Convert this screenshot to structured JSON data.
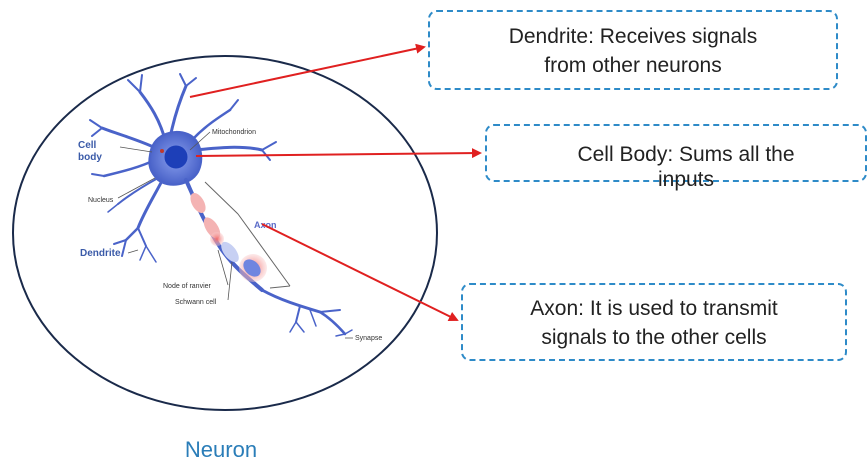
{
  "callouts": {
    "dendrite": {
      "line1": "Dendrite:  Receives signals",
      "line2": "from other neurons"
    },
    "cell_body": {
      "line1": "Cell Body: Sums all the",
      "line2": "inputs"
    },
    "axon": {
      "line1": "Axon: It is used to transmit",
      "line2": "signals to the other cells"
    }
  },
  "neuron_labels": {
    "cell_body": [
      "Cell",
      "body"
    ],
    "mitochondrion": "Mitochondrion",
    "nucleus": "Nucleus",
    "dendrite": "Dendrite",
    "axon": "Axon",
    "node_of_ranvier": "Node of ranvier",
    "schwann_cell": "Schwann cell",
    "synapse": "Synapse"
  },
  "caption": "Neuron",
  "colors": {
    "neuron": "#4a63c9",
    "nucleus": "#1d3fb8",
    "myelin": "#f4b3b3",
    "arrow": "#e02020",
    "callout_border": "#2e8bc8",
    "caption": "#2a7db8"
  }
}
